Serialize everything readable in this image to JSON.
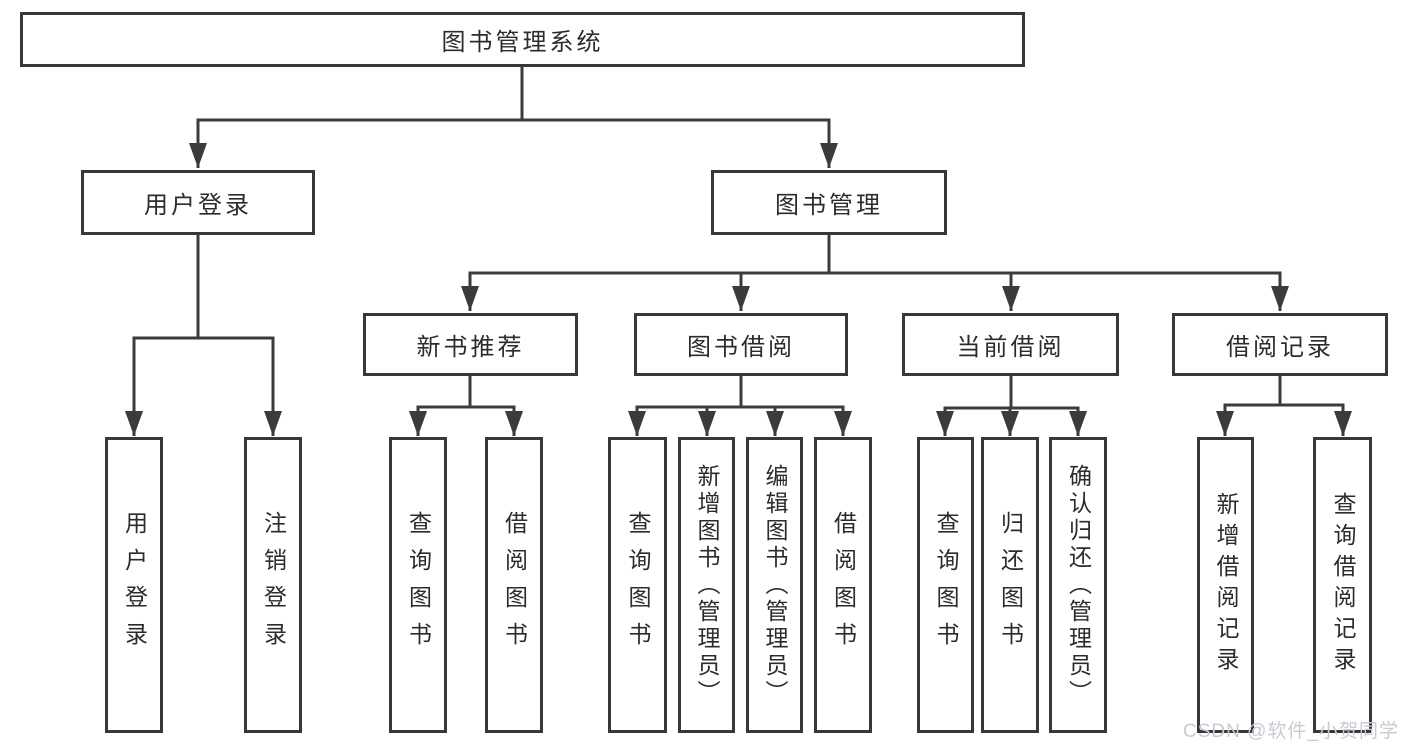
{
  "diagram": {
    "title": "图书管理系统",
    "colors": {
      "line": "#3b3b3d",
      "box_border": "#38383a",
      "text": "#2c2c2e",
      "watermark": "#c9cbd3",
      "background": "#ffffff"
    },
    "nodes": {
      "root": {
        "label": "图书管理系统"
      },
      "user_login": {
        "label": "用户登录"
      },
      "book_mgmt": {
        "label": "图书管理"
      },
      "new_books": {
        "label": "新书推荐"
      },
      "book_borrow": {
        "label": "图书借阅"
      },
      "current_borrow": {
        "label": "当前借阅"
      },
      "borrow_records": {
        "label": "借阅记录"
      },
      "leaves": {
        "ul_login": {
          "label": "用户登录"
        },
        "ul_logout": {
          "label": "注销登录"
        },
        "nb_query": {
          "label": "查询图书"
        },
        "nb_borrow": {
          "label": "借阅图书"
        },
        "bb_query": {
          "label": "查询图书"
        },
        "bb_add": {
          "label": "新增图书（管理员）"
        },
        "bb_edit": {
          "label": "编辑图书（管理员）"
        },
        "bb_borrow": {
          "label": "借阅图书"
        },
        "cb_query": {
          "label": "查询图书"
        },
        "cb_return": {
          "label": "归还图书"
        },
        "cb_confirm": {
          "label": "确认归还（管理员）"
        },
        "br_add": {
          "label": "新增借阅记录"
        },
        "br_query": {
          "label": "查询借阅记录"
        }
      }
    },
    "watermark": {
      "text": "CSDN @软件_小贺同学"
    }
  }
}
